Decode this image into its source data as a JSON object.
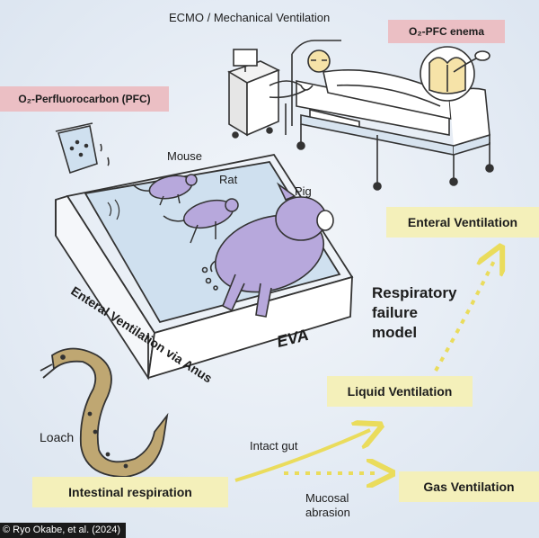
{
  "labels": {
    "ecmo": "ECMO / Mechanical Ventilation",
    "o2_pfc_enema": "O₂-PFC enema",
    "o2_pfc": "O₂-Perfluorocarbon (PFC)",
    "mouse": "Mouse",
    "rat": "Rat",
    "pig": "Pig",
    "tank_text": "Enteral Ventilation via Anus",
    "eva": "EVA",
    "model_line1": "Respiratory",
    "model_line2": "failure",
    "model_line3": "model",
    "loach": "Loach",
    "intact_gut": "Intact gut",
    "mucosal_line1": "Mucosal",
    "mucosal_line2": "abrasion",
    "credit": "© Ryo Okabe, et al. (2024)"
  },
  "stages": {
    "enteral": "Enteral Ventilation",
    "liquid": "Liquid Ventilation",
    "gas": "Gas Ventilation",
    "intestinal": "Intestinal respiration"
  },
  "colors": {
    "background": "#e8eef6",
    "pink_box": "#ebbfc4",
    "yellow_box": "#f4f0ba",
    "animal": "#b7a8dc",
    "loach": "#bfa772",
    "arrow": "#eadc5c",
    "water": "#cfe0ef"
  }
}
